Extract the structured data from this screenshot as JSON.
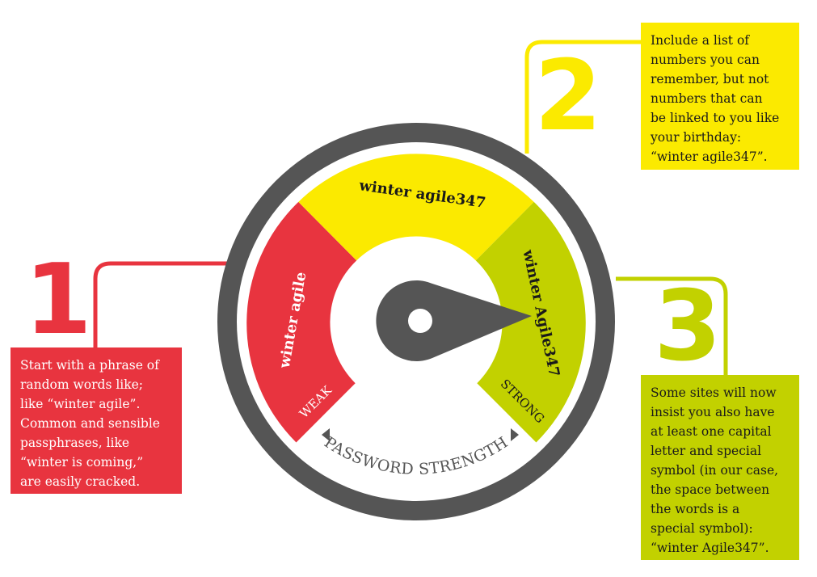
{
  "diagram": {
    "colors": {
      "weak": "#e8343f",
      "medium": "#fbea00",
      "strong": "#c2d100",
      "dial": "#555555",
      "text_dark": "#1a1a1a",
      "text_light": "#ffffff"
    },
    "numbers": {
      "one": "1",
      "two": "2",
      "three": "3"
    },
    "segments": {
      "weak": "winter agile",
      "medium": "winter agile347",
      "strong": "winter Agile347"
    },
    "scale": {
      "weak": "WEAK",
      "strong": "STRONG",
      "caption": "PASSWORD STRENGTH"
    },
    "step1": {
      "lines": [
        "Start with a phrase of",
        "random words like;",
        "like “winter agile”.",
        "Common and sensible",
        "passphrases, like",
        "“winter is coming,”",
        "are easily cracked."
      ]
    },
    "step2": {
      "lines": [
        "Include a list of",
        "numbers you can",
        "remember, but not",
        "numbers that can",
        "be linked to you like",
        "your birthday:",
        "“winter agile347”."
      ]
    },
    "step3": {
      "lines": [
        "Some sites will now",
        "insist you also have",
        "at least one capital",
        "letter and special",
        "symbol (in our case,",
        "the space between",
        "the words is a",
        "special symbol):",
        "“winter Agile347”."
      ]
    }
  }
}
